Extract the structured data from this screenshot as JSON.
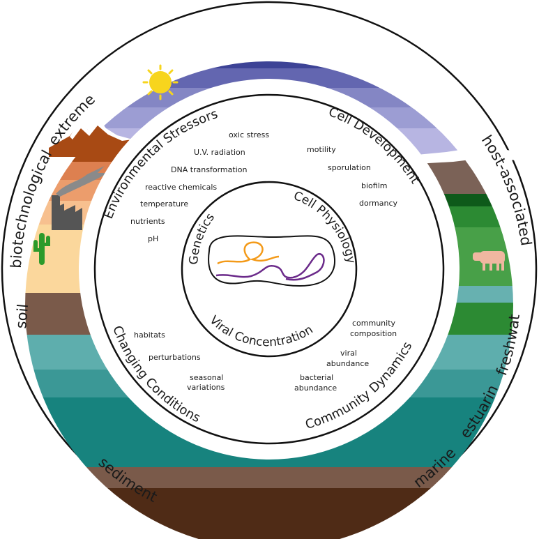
{
  "outer_ring": {
    "extreme": "extreme",
    "biotechnological": "biotechnological",
    "soil": "soil",
    "sediment": "sediment",
    "marine": "marine",
    "estuarine": "estuarine",
    "freshwater": "freshwater",
    "host_associated": "host-associated"
  },
  "middle_ring": {
    "environmental_stressors": {
      "title": "Environmental Stressors",
      "items": [
        "oxic stress",
        "U.V. radiation",
        "DNA transformation",
        "reactive chemicals",
        "temperature",
        "nutrients",
        "pH"
      ]
    },
    "cell_development": {
      "title": "Cell Development",
      "items": [
        "motility",
        "sporulation",
        "biofilm",
        "dormancy"
      ]
    },
    "changing_conditions": {
      "title": "Changing Conditions",
      "items": [
        "habitats",
        "perturbations",
        "seasonal",
        "variations"
      ]
    },
    "community_dynamics": {
      "title": "Community Dynamics",
      "items": [
        "community",
        "composition",
        "viral",
        "abundance",
        "bacterial",
        "abundance"
      ]
    }
  },
  "inner_circle": {
    "genetics": "Genetics",
    "cell_physiology": "Cell Physiology",
    "viral_concentration": "Viral Concentration"
  },
  "colors": {
    "sky_dark": "#3d4396",
    "sky_light": "#b7b5e2",
    "sun": "#f7d51d",
    "soil_red": "#a84a14",
    "sand": "#fbd79c",
    "grass": "#2c8a33",
    "teal": "#17837e",
    "sediment_dark": "#4f2b16"
  }
}
